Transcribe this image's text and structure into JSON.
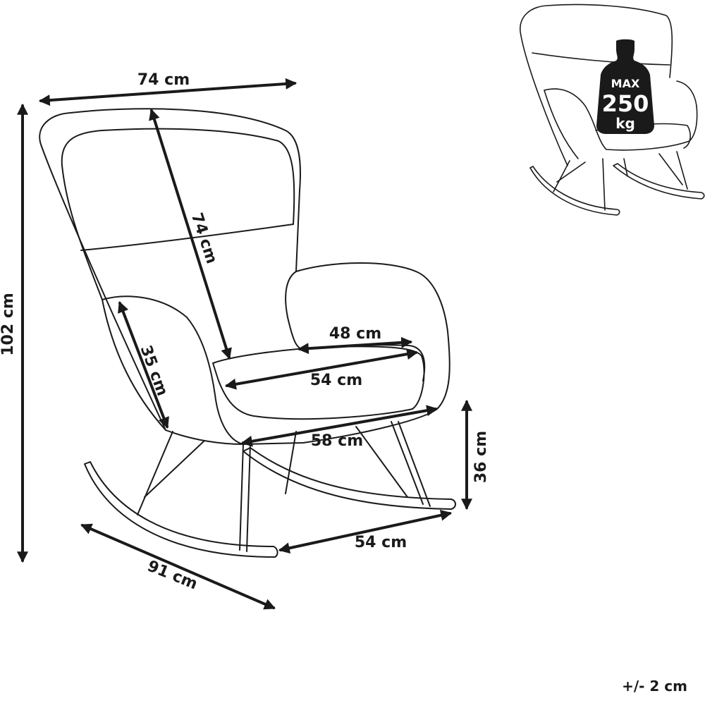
{
  "dimensions": {
    "width_top": "74 cm",
    "backrest_height": "74 cm",
    "total_height": "102 cm",
    "armrest_height": "35 cm",
    "seat_depth": "48 cm",
    "seat_width": "54 cm",
    "base_width": "58 cm",
    "rocker_height": "36 cm",
    "rocker_width": "54 cm",
    "depth": "91 cm"
  },
  "load_badge": {
    "line1": "MAX",
    "line2": "250",
    "line3": "kg"
  },
  "tolerance": "+/- 2 cm"
}
